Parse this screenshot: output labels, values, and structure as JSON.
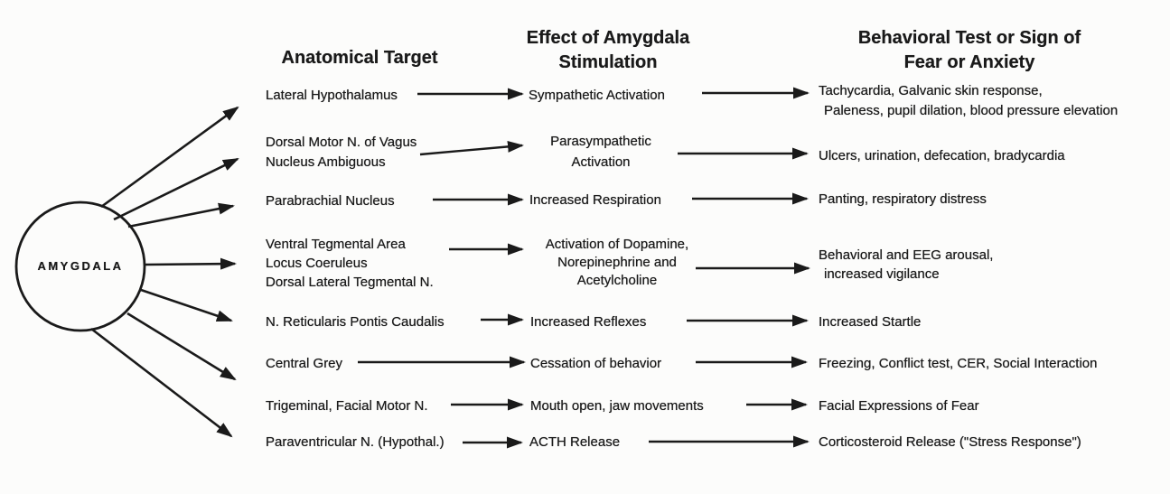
{
  "colors": {
    "ink": "#1a1a1a",
    "paper": "#fcfcfb"
  },
  "source": {
    "label": "AMYGDALA"
  },
  "headers": {
    "col1": "Anatomical Target",
    "col2": [
      "Effect of Amygdala",
      "Stimulation"
    ],
    "col3": [
      "Behavioral Test or Sign of",
      "Fear or Anxiety"
    ]
  },
  "rows": [
    {
      "target": [
        "Lateral Hypothalamus"
      ],
      "effect": [
        "Sympathetic Activation"
      ],
      "behavior": [
        "Tachycardia, Galvanic skin response,",
        "Paleness, pupil dilation, blood pressure elevation"
      ]
    },
    {
      "target": [
        "Dorsal Motor N. of Vagus",
        "Nucleus Ambiguous"
      ],
      "effect": [
        "Parasympathetic",
        "Activation"
      ],
      "behavior": [
        "Ulcers, urination, defecation, bradycardia"
      ]
    },
    {
      "target": [
        "Parabrachial Nucleus"
      ],
      "effect": [
        "Increased Respiration"
      ],
      "behavior": [
        "Panting, respiratory distress"
      ]
    },
    {
      "target": [
        "Ventral Tegmental Area",
        "Locus Coeruleus",
        "Dorsal Lateral Tegmental N."
      ],
      "effect": [
        "Activation of Dopamine,",
        "Norepinephrine and",
        "Acetylcholine"
      ],
      "behavior": [
        "Behavioral and EEG arousal,",
        "increased vigilance"
      ]
    },
    {
      "target": [
        "N. Reticularis Pontis Caudalis"
      ],
      "effect": [
        "Increased Reflexes"
      ],
      "behavior": [
        "Increased Startle"
      ]
    },
    {
      "target": [
        "Central Grey"
      ],
      "effect": [
        "Cessation of behavior"
      ],
      "behavior": [
        "Freezing, Conflict test, CER, Social Interaction"
      ]
    },
    {
      "target": [
        "Trigeminal, Facial Motor N."
      ],
      "effect": [
        "Mouth open, jaw movements"
      ],
      "behavior": [
        "Facial Expressions of Fear"
      ]
    },
    {
      "target": [
        "Paraventricular N. (Hypothal.)"
      ],
      "effect": [
        "ACTH Release"
      ],
      "behavior": [
        "Corticosteroid Release (\"Stress Response\")"
      ]
    }
  ]
}
